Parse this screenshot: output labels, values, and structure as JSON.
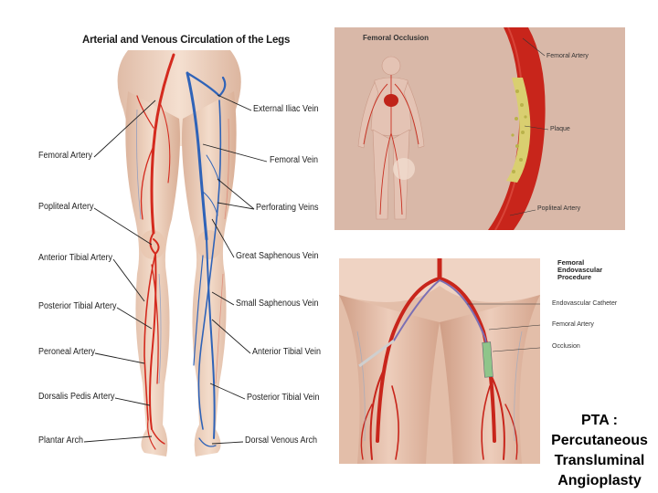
{
  "main_diagram": {
    "title": "Arterial and Venous Circulation of the Legs",
    "left_labels": [
      "Femoral Artery",
      "Popliteal Artery",
      "Anterior Tibial Artery",
      "Posterior Tibial Artery",
      "Peroneal Artery",
      "Dorsalis Pedis Artery",
      "Plantar Arch"
    ],
    "right_labels": [
      "External Iliac Vein",
      "Femoral Vein",
      "Perforating Veins",
      "Great Saphenous Vein",
      "Small Saphenous Vein",
      "Anterior Tibial Vein",
      "Posterior Tibial Vein",
      "Dorsal Venous Arch"
    ]
  },
  "occlusion_panel": {
    "title": "Femoral Occlusion",
    "labels": [
      "Femoral Artery",
      "Plaque",
      "Popliteal Artery"
    ]
  },
  "endovascular_panel": {
    "title": "Femoral Endovascular Procedure",
    "labels": [
      "Endovascular Catheter",
      "Femoral Artery",
      "Occlusion"
    ]
  },
  "caption": {
    "line1": "PTA :",
    "line2": "Percutaneous",
    "line3": "Transluminal",
    "line4": "Angioplasty"
  },
  "colors": {
    "artery": "#d42a1e",
    "vein": "#2f63b8",
    "skin": "#e9c8b3",
    "panel_bg": "#d9b8a8"
  }
}
